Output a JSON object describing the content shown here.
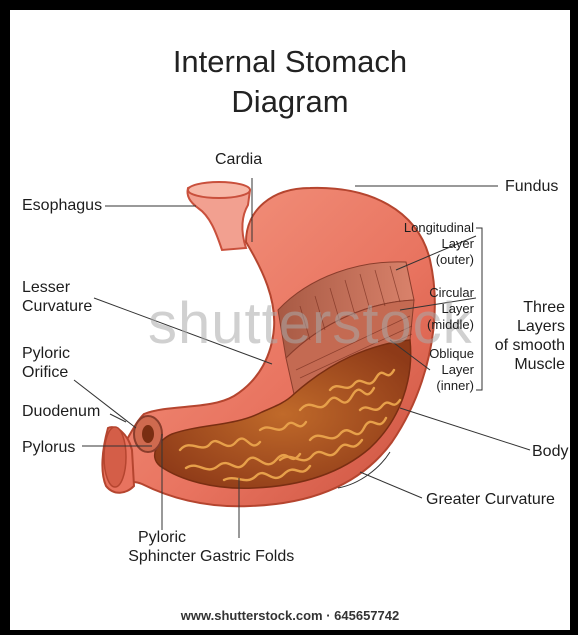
{
  "title_line1": "Internal Stomach",
  "title_line2": "Diagram",
  "labels": {
    "cardia": "Cardia",
    "fundus": "Fundus",
    "esophagus": "Esophagus",
    "longitudinal_1": "Longitudinal",
    "longitudinal_2": "Layer",
    "longitudinal_3": "(outer)",
    "circular_1": "Circular",
    "circular_2": "Layer",
    "circular_3": "(middle)",
    "oblique_1": "Oblique",
    "oblique_2": "Layer",
    "oblique_3": "(inner)",
    "three_layers_1": "Three",
    "three_layers_2": "Layers",
    "three_layers_3": "of smooth",
    "three_layers_4": "Muscle",
    "lesser_1": "Lesser",
    "lesser_2": "Curvature",
    "pyloric_orifice_1": "Pyloric",
    "pyloric_orifice_2": "Orifice",
    "duodenum": "Duodenum",
    "pylorus": "Pylorus",
    "body": "Body",
    "greater_curvature": "Greater Curvature",
    "pyloric_sphincter_1": "Pyloric",
    "pyloric_sphincter_2": "Sphincter",
    "gastric_folds": "Gastric Folds"
  },
  "watermark": "shutterstock",
  "footer": "www.shutterstock.com · 645657742",
  "colors": {
    "stomach_outer": "#e8735f",
    "stomach_dark": "#b5452f",
    "inner_wall": "#a8461f",
    "fold_color": "#d98a3c",
    "esophagus": "#f2a090",
    "line_color": "#333333"
  }
}
